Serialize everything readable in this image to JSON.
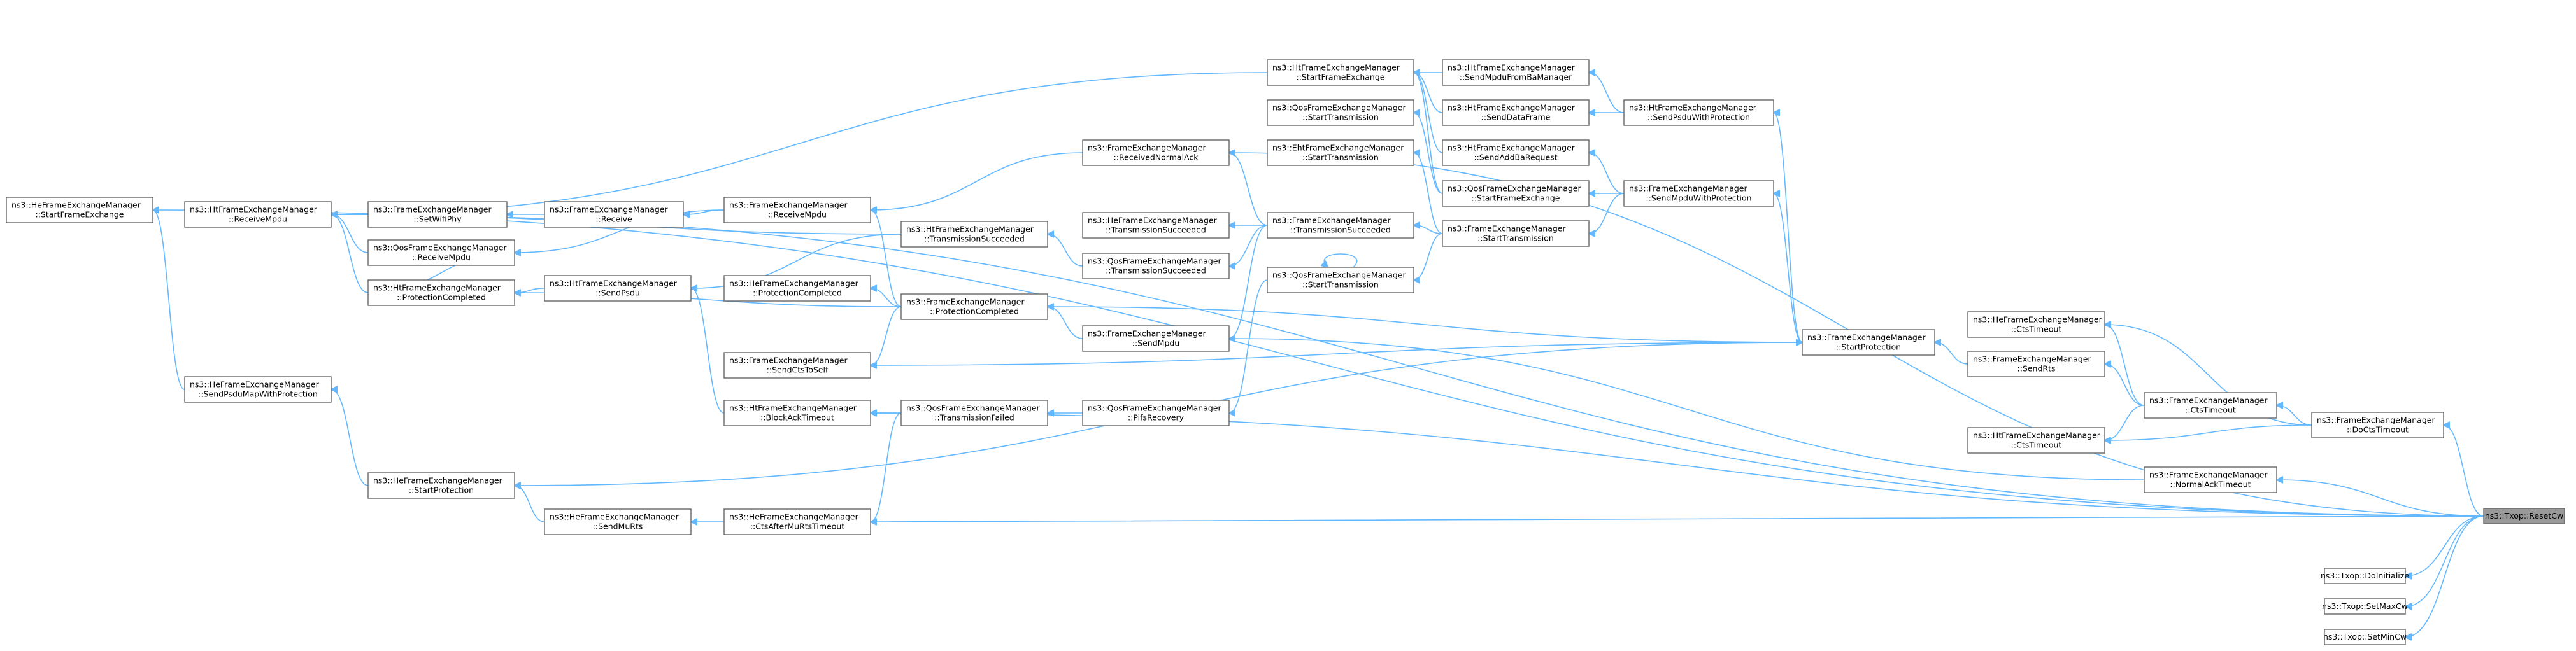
{
  "colors": {
    "edge": "#63b8ff",
    "node_border": "#666666",
    "highlight_fill": "#999999",
    "background": "#ffffff"
  },
  "nodes": [
    {
      "id": "txop_resetcw",
      "lines": [
        "ns3::Txop::ResetCw"
      ],
      "highlight": true
    },
    {
      "id": "txop_doinit",
      "lines": [
        "ns3::Txop::DoInitialize"
      ]
    },
    {
      "id": "txop_setmaxcw",
      "lines": [
        "ns3::Txop::SetMaxCw"
      ]
    },
    {
      "id": "txop_setmincw",
      "lines": [
        "ns3::Txop::SetMinCw"
      ]
    },
    {
      "id": "fem_docts",
      "lines": [
        "ns3::FrameExchangeManager",
        "::DoCtsTimeout"
      ]
    },
    {
      "id": "fem_normalack",
      "lines": [
        "ns3::FrameExchangeManager",
        "::NormalAckTimeout"
      ]
    },
    {
      "id": "he_ctstimeout",
      "lines": [
        "ns3::HeFrameExchangeManager",
        "::CtsTimeout"
      ]
    },
    {
      "id": "fem_ctstimeout",
      "lines": [
        "ns3::FrameExchangeManager",
        "::CtsTimeout"
      ]
    },
    {
      "id": "ht_ctstimeout",
      "lines": [
        "ns3::HtFrameExchangeManager",
        "::CtsTimeout"
      ]
    },
    {
      "id": "fem_sendrts",
      "lines": [
        "ns3::FrameExchangeManager",
        "::SendRts"
      ]
    },
    {
      "id": "fem_startprot",
      "lines": [
        "ns3::FrameExchangeManager",
        "::StartProtection"
      ]
    },
    {
      "id": "ht_sendpsduwithprot",
      "lines": [
        "ns3::HtFrameExchangeManager",
        "::SendPsduWithProtection"
      ]
    },
    {
      "id": "fem_sendmpduwithprot",
      "lines": [
        "ns3::FrameExchangeManager",
        "::SendMpduWithProtection"
      ]
    },
    {
      "id": "ht_sendmpdufromba",
      "lines": [
        "ns3::HtFrameExchangeManager",
        "::SendMpduFromBaManager"
      ]
    },
    {
      "id": "ht_senddataframe",
      "lines": [
        "ns3::HtFrameExchangeManager",
        "::SendDataFrame"
      ]
    },
    {
      "id": "ht_sendaddba",
      "lines": [
        "ns3::HtFrameExchangeManager",
        "::SendAddBaRequest"
      ]
    },
    {
      "id": "qos_startframeex",
      "lines": [
        "ns3::QosFrameExchangeManager",
        "::StartFrameExchange"
      ]
    },
    {
      "id": "fem_starttx",
      "lines": [
        "ns3::FrameExchangeManager",
        "::StartTransmission"
      ]
    },
    {
      "id": "ht_startframeex",
      "lines": [
        "ns3::HtFrameExchangeManager",
        "::StartFrameExchange"
      ]
    },
    {
      "id": "qos_starttx_top",
      "lines": [
        "ns3::QosFrameExchangeManager",
        "::StartTransmission"
      ]
    },
    {
      "id": "eht_starttx",
      "lines": [
        "ns3::EhtFrameExchangeManager",
        "::StartTransmission"
      ]
    },
    {
      "id": "fem_txsucc",
      "lines": [
        "ns3::FrameExchangeManager",
        "::TransmissionSucceeded"
      ]
    },
    {
      "id": "qos_starttx",
      "lines": [
        "ns3::QosFrameExchangeManager",
        "::StartTransmission"
      ]
    },
    {
      "id": "he_txsucc",
      "lines": [
        "ns3::HeFrameExchangeManager",
        "::TransmissionSucceeded"
      ]
    },
    {
      "id": "qos_txsucc",
      "lines": [
        "ns3::QosFrameExchangeManager",
        "::TransmissionSucceeded"
      ]
    },
    {
      "id": "fem_recvnormalack",
      "lines": [
        "ns3::FrameExchangeManager",
        "::ReceivedNormalAck"
      ]
    },
    {
      "id": "fem_sendmpdu",
      "lines": [
        "ns3::FrameExchangeManager",
        "::SendMpdu"
      ]
    },
    {
      "id": "qos_pifs",
      "lines": [
        "ns3::QosFrameExchangeManager",
        "::PifsRecovery"
      ]
    },
    {
      "id": "ht_txsucc",
      "lines": [
        "ns3::HtFrameExchangeManager",
        "::TransmissionSucceeded"
      ]
    },
    {
      "id": "fem_protcompl",
      "lines": [
        "ns3::FrameExchangeManager",
        "::ProtectionCompleted"
      ]
    },
    {
      "id": "he_protcompl",
      "lines": [
        "ns3::HeFrameExchangeManager",
        "::ProtectionCompleted"
      ]
    },
    {
      "id": "fem_sendctstoself",
      "lines": [
        "ns3::FrameExchangeManager",
        "::SendCtsToSelf"
      ]
    },
    {
      "id": "qos_txfailed",
      "lines": [
        "ns3::QosFrameExchangeManager",
        "::TransmissionFailed"
      ]
    },
    {
      "id": "ht_blockacktimeout",
      "lines": [
        "ns3::HtFrameExchangeManager",
        "::BlockAckTimeout"
      ]
    },
    {
      "id": "he_ctsaftermurts",
      "lines": [
        "ns3::HeFrameExchangeManager",
        "::CtsAfterMuRtsTimeout"
      ]
    },
    {
      "id": "fem_receivempdu",
      "lines": [
        "ns3::FrameExchangeManager",
        "::ReceiveMpdu"
      ]
    },
    {
      "id": "ht_sendpsdu",
      "lines": [
        "ns3::HtFrameExchangeManager",
        "::SendPsdu"
      ]
    },
    {
      "id": "he_sendmurts",
      "lines": [
        "ns3::HeFrameExchangeManager",
        "::SendMuRts"
      ]
    },
    {
      "id": "fem_receive",
      "lines": [
        "ns3::FrameExchangeManager",
        "::Receive"
      ]
    },
    {
      "id": "fem_setwifiphy",
      "lines": [
        "ns3::FrameExchangeManager",
        "::SetWifiPhy"
      ]
    },
    {
      "id": "ht_receivempdu",
      "lines": [
        "ns3::HtFrameExchangeManager",
        "::ReceiveMpdu"
      ]
    },
    {
      "id": "qos_receivempdu",
      "lines": [
        "ns3::QosFrameExchangeManager",
        "::ReceiveMpdu"
      ]
    },
    {
      "id": "ht_protcompl",
      "lines": [
        "ns3::HtFrameExchangeManager",
        "::ProtectionCompleted"
      ]
    },
    {
      "id": "he_sendpsdumap",
      "lines": [
        "ns3::HeFrameExchangeManager",
        "::SendPsduMapWithProtection"
      ]
    },
    {
      "id": "he_startprot",
      "lines": [
        "ns3::HeFrameExchangeManager",
        "::StartProtection"
      ]
    },
    {
      "id": "he_startframeex",
      "lines": [
        "ns3::HeFrameExchangeManager",
        "::StartFrameExchange"
      ]
    }
  ],
  "edges": [
    [
      "txop_doinit",
      "txop_resetcw"
    ],
    [
      "txop_setmaxcw",
      "txop_resetcw"
    ],
    [
      "txop_setmincw",
      "txop_resetcw"
    ],
    [
      "fem_docts",
      "txop_resetcw"
    ],
    [
      "fem_normalack",
      "txop_resetcw"
    ],
    [
      "he_ctsaftermurts",
      "txop_resetcw"
    ],
    [
      "ht_blockacktimeout",
      "txop_resetcw"
    ],
    [
      "ht_receivempdu",
      "txop_resetcw"
    ],
    [
      "fem_recvnormalack",
      "txop_resetcw"
    ],
    [
      "he_startframeex",
      "txop_resetcw"
    ],
    [
      "he_ctstimeout",
      "fem_docts"
    ],
    [
      "fem_ctstimeout",
      "fem_docts"
    ],
    [
      "ht_ctstimeout",
      "fem_docts"
    ],
    [
      "fem_sendrts",
      "fem_ctstimeout"
    ],
    [
      "he_ctstimeout",
      "fem_ctstimeout"
    ],
    [
      "ht_ctstimeout",
      "fem_ctstimeout"
    ],
    [
      "fem_startprot",
      "fem_sendrts"
    ],
    [
      "fem_sendmpdu",
      "fem_normalack"
    ],
    [
      "ht_sendpsduwithprot",
      "fem_startprot"
    ],
    [
      "fem_sendmpduwithprot",
      "fem_startprot"
    ],
    [
      "ht_sendmpdufromba",
      "ht_sendpsduwithprot"
    ],
    [
      "ht_senddataframe",
      "ht_sendpsduwithprot"
    ],
    [
      "ht_sendaddba",
      "fem_sendmpduwithprot"
    ],
    [
      "qos_startframeex",
      "fem_sendmpduwithprot"
    ],
    [
      "fem_starttx",
      "fem_sendmpduwithprot"
    ],
    [
      "ht_startframeex",
      "ht_sendmpdufromba"
    ],
    [
      "ht_startframeex",
      "ht_senddataframe"
    ],
    [
      "ht_startframeex",
      "ht_sendaddba"
    ],
    [
      "ht_startframeex",
      "qos_startframeex"
    ],
    [
      "qos_starttx_top",
      "qos_startframeex"
    ],
    [
      "eht_starttx",
      "fem_starttx"
    ],
    [
      "fem_txsucc",
      "fem_starttx"
    ],
    [
      "qos_starttx",
      "fem_starttx"
    ],
    [
      "he_txsucc",
      "fem_txsucc"
    ],
    [
      "qos_txsucc",
      "fem_txsucc"
    ],
    [
      "fem_recvnormalack",
      "fem_txsucc"
    ],
    [
      "fem_sendmpdu",
      "fem_txsucc"
    ],
    [
      "qos_pifs",
      "qos_starttx"
    ],
    [
      "qos_starttx",
      "qos_starttx"
    ],
    [
      "ht_txsucc",
      "qos_txsucc"
    ],
    [
      "fem_receivempdu",
      "fem_recvnormalack"
    ],
    [
      "fem_protcompl",
      "fem_sendmpdu"
    ],
    [
      "fem_startprot",
      "fem_protcompl"
    ],
    [
      "fem_startprot",
      "fem_sendctstoself"
    ],
    [
      "qos_txfailed",
      "qos_pifs"
    ],
    [
      "ht_blockacktimeout",
      "qos_txfailed"
    ],
    [
      "he_ctsaftermurts",
      "qos_txfailed"
    ],
    [
      "he_protcompl",
      "fem_protcompl"
    ],
    [
      "fem_sendctstoself",
      "fem_protcompl"
    ],
    [
      "ht_protcompl",
      "fem_protcompl"
    ],
    [
      "fem_receivempdu",
      "fem_protcompl"
    ],
    [
      "ht_sendpsdu",
      "ht_blockacktimeout"
    ],
    [
      "he_sendmurts",
      "he_ctsaftermurts"
    ],
    [
      "ht_sendpsdu",
      "ht_txsucc"
    ],
    [
      "ht_receivempdu",
      "ht_txsucc"
    ],
    [
      "fem_receive",
      "fem_receivempdu"
    ],
    [
      "qos_receivempdu",
      "fem_receivempdu"
    ],
    [
      "fem_setwifiphy",
      "fem_receive"
    ],
    [
      "ht_receivempdu",
      "qos_receivempdu"
    ],
    [
      "ht_receivempdu",
      "ht_startframeex"
    ],
    [
      "ht_protcompl",
      "ht_sendpsdu"
    ],
    [
      "ht_receivempdu",
      "ht_protcompl"
    ],
    [
      "qos_receivempdu",
      "ht_protcompl"
    ],
    [
      "he_sendpsdumap",
      "he_startprot"
    ],
    [
      "he_startprot",
      "he_sendmurts"
    ],
    [
      "he_startprot",
      "fem_startprot"
    ],
    [
      "he_startframeex",
      "he_sendpsdumap"
    ]
  ]
}
